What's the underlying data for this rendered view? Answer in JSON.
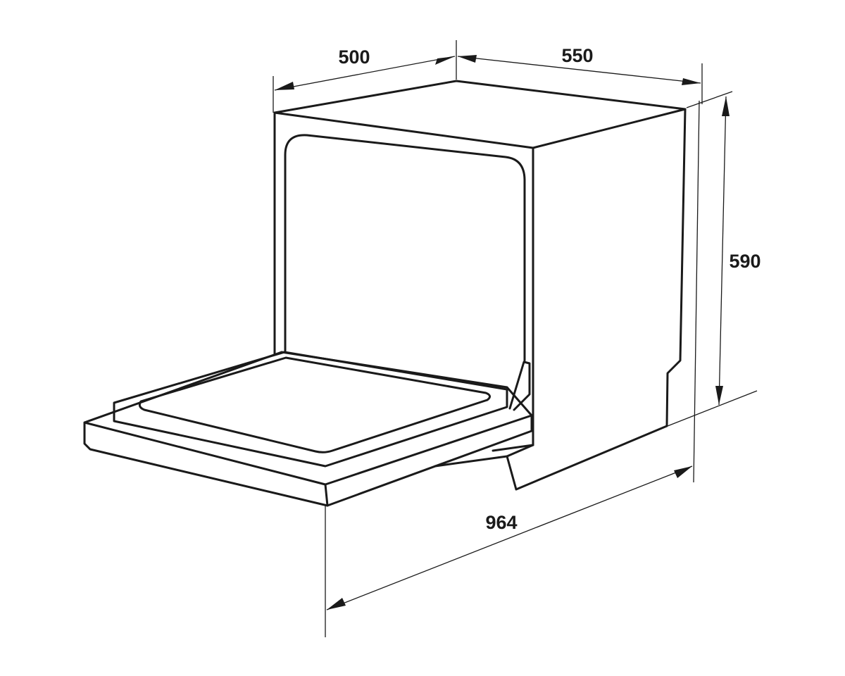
{
  "dimensions": {
    "depth_left": "500",
    "width_right": "550",
    "height": "590",
    "depth_open": "964"
  },
  "colors": {
    "stroke": "#1a1a1a",
    "background": "#ffffff"
  }
}
